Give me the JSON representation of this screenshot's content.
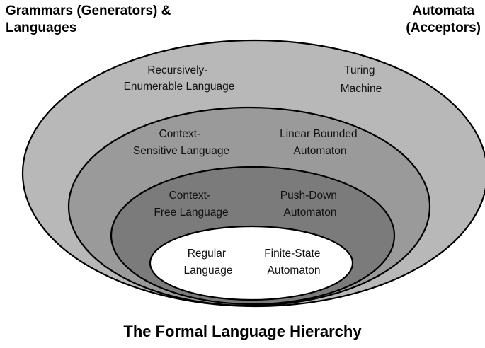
{
  "headings": {
    "grammars": [
      "Grammars (Generators) &",
      "Languages"
    ],
    "automata": [
      "Automata",
      "(Acceptors)"
    ]
  },
  "levels": [
    {
      "language": [
        "Recursively-",
        "Enumerable Language"
      ],
      "automaton": [
        "Turing",
        "Machine"
      ],
      "fill": "#b8b8b8"
    },
    {
      "language": [
        "Context-",
        "Sensitive Language"
      ],
      "automaton": [
        "Linear Bounded",
        "Automaton"
      ],
      "fill": "#9a9a9a"
    },
    {
      "language": [
        "Context-",
        "Free Language"
      ],
      "automaton": [
        "Push-Down",
        "Automaton"
      ],
      "fill": "#7b7b7b"
    },
    {
      "language": [
        "Regular",
        "Language"
      ],
      "automaton": [
        "Finite-State",
        "Automaton"
      ],
      "fill": "#ffffff"
    }
  ],
  "caption": "The Formal Language Hierarchy"
}
